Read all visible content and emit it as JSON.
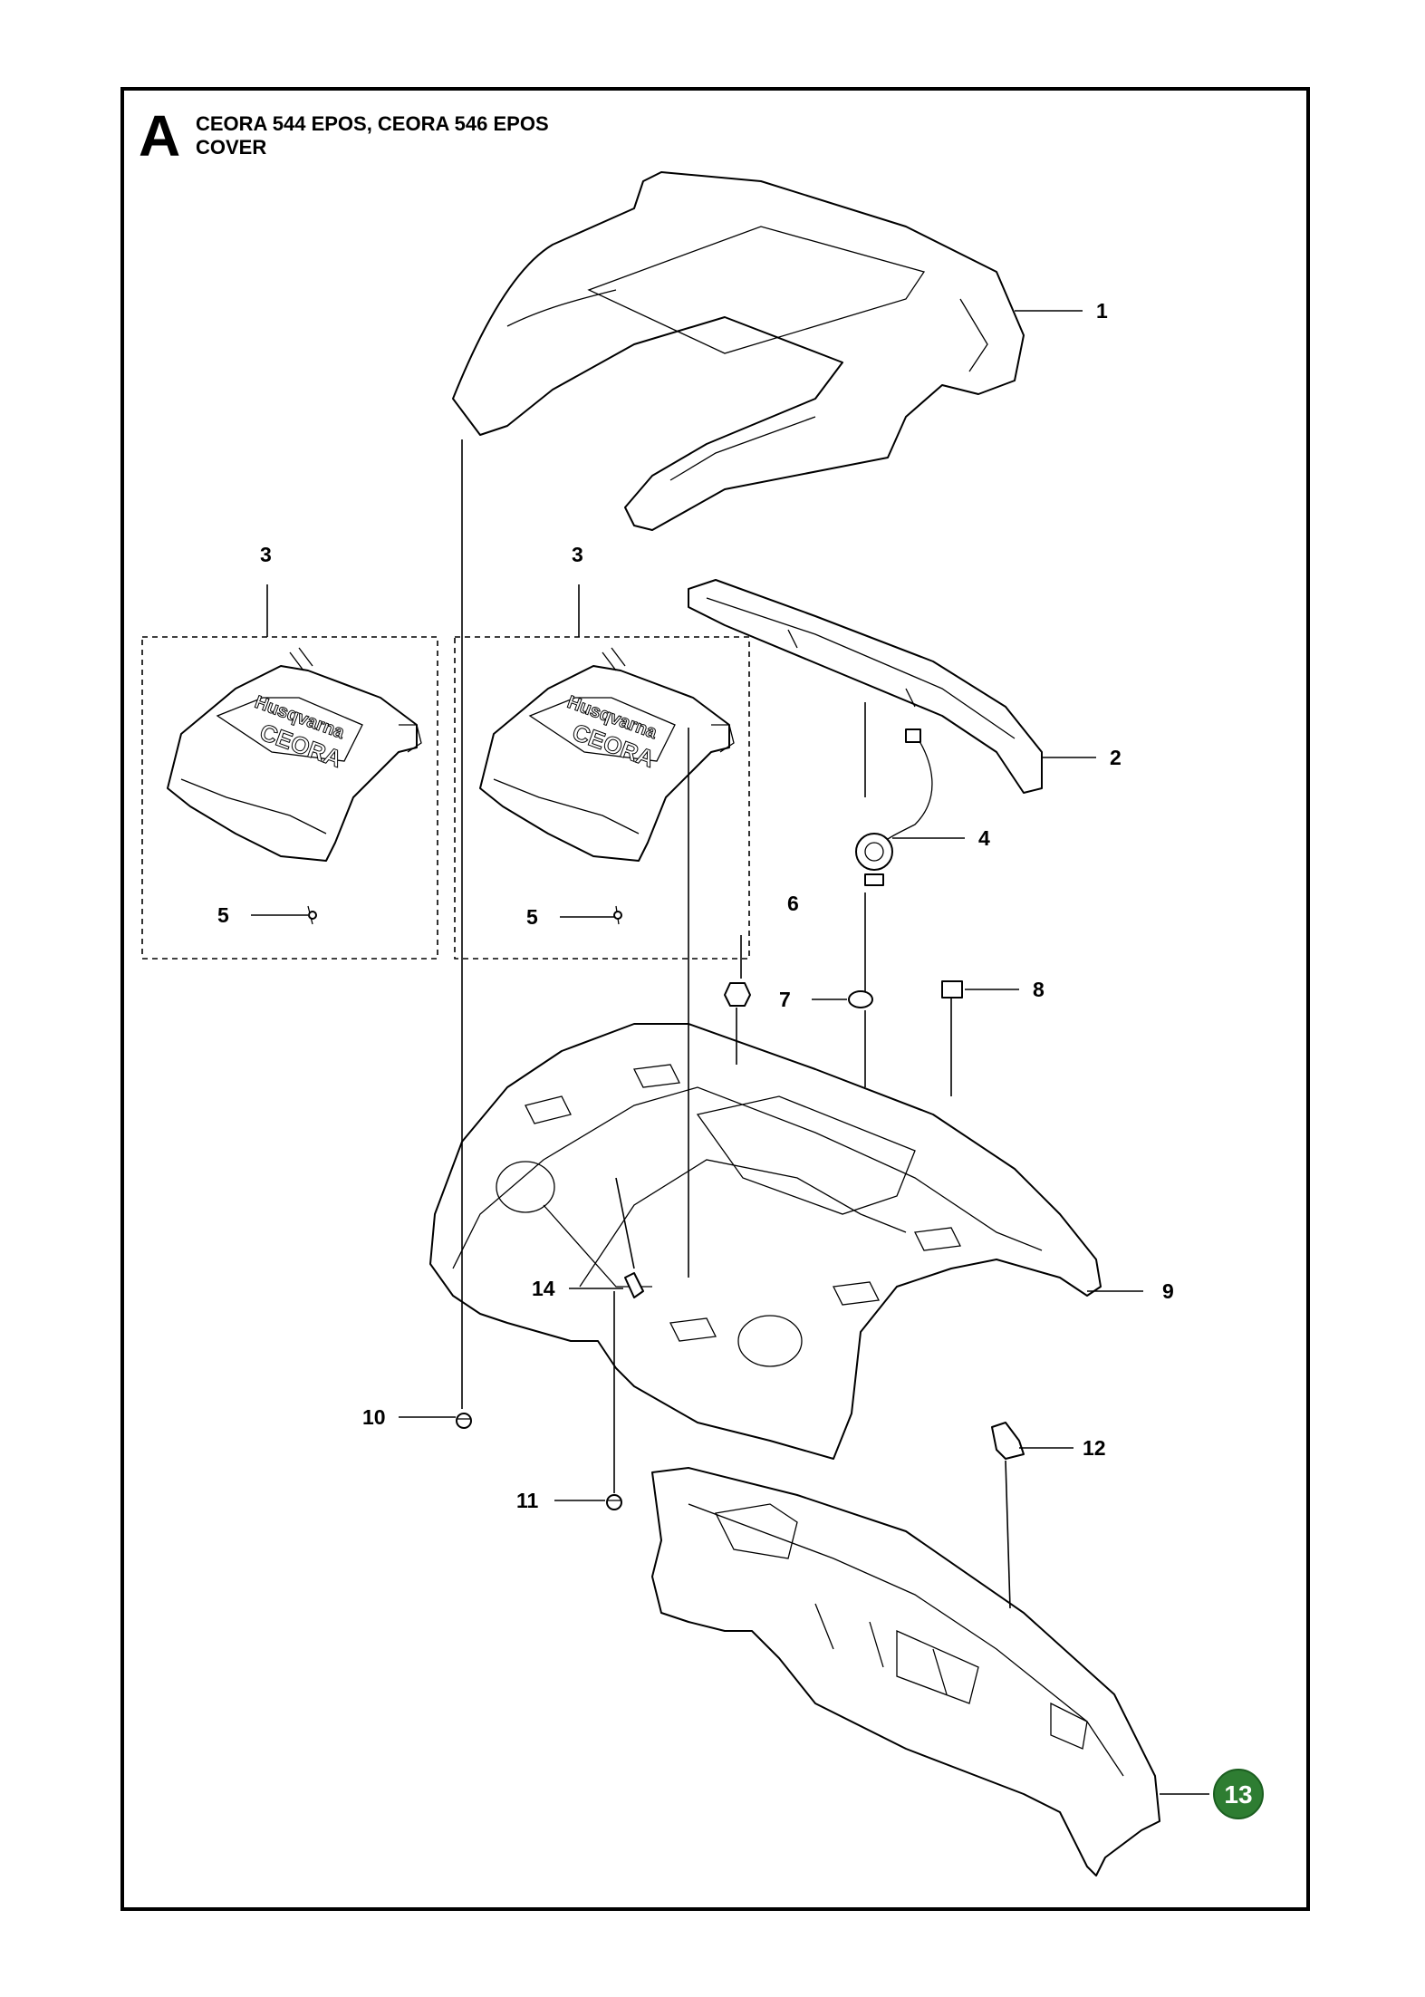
{
  "header": {
    "section_letter": "A",
    "title": "CEORA 544 EPOS, CEORA 546 EPOS",
    "subtitle": "COVER"
  },
  "callouts": [
    {
      "id": "1",
      "label": "1"
    },
    {
      "id": "2",
      "label": "2"
    },
    {
      "id": "3a",
      "label": "3"
    },
    {
      "id": "3b",
      "label": "3"
    },
    {
      "id": "4",
      "label": "4"
    },
    {
      "id": "5a",
      "label": "5"
    },
    {
      "id": "5b",
      "label": "5"
    },
    {
      "id": "6",
      "label": "6"
    },
    {
      "id": "7",
      "label": "7"
    },
    {
      "id": "8",
      "label": "8"
    },
    {
      "id": "9",
      "label": "9"
    },
    {
      "id": "10",
      "label": "10"
    },
    {
      "id": "11",
      "label": "11"
    },
    {
      "id": "12",
      "label": "12"
    },
    {
      "id": "13",
      "label": "13"
    },
    {
      "id": "14",
      "label": "14"
    }
  ],
  "logo": {
    "brand_text": "Husqvarna",
    "model_text": "CEORA"
  },
  "colors": {
    "badge_13": "#2e7d32",
    "line": "#000000",
    "fill": "#ffffff"
  }
}
